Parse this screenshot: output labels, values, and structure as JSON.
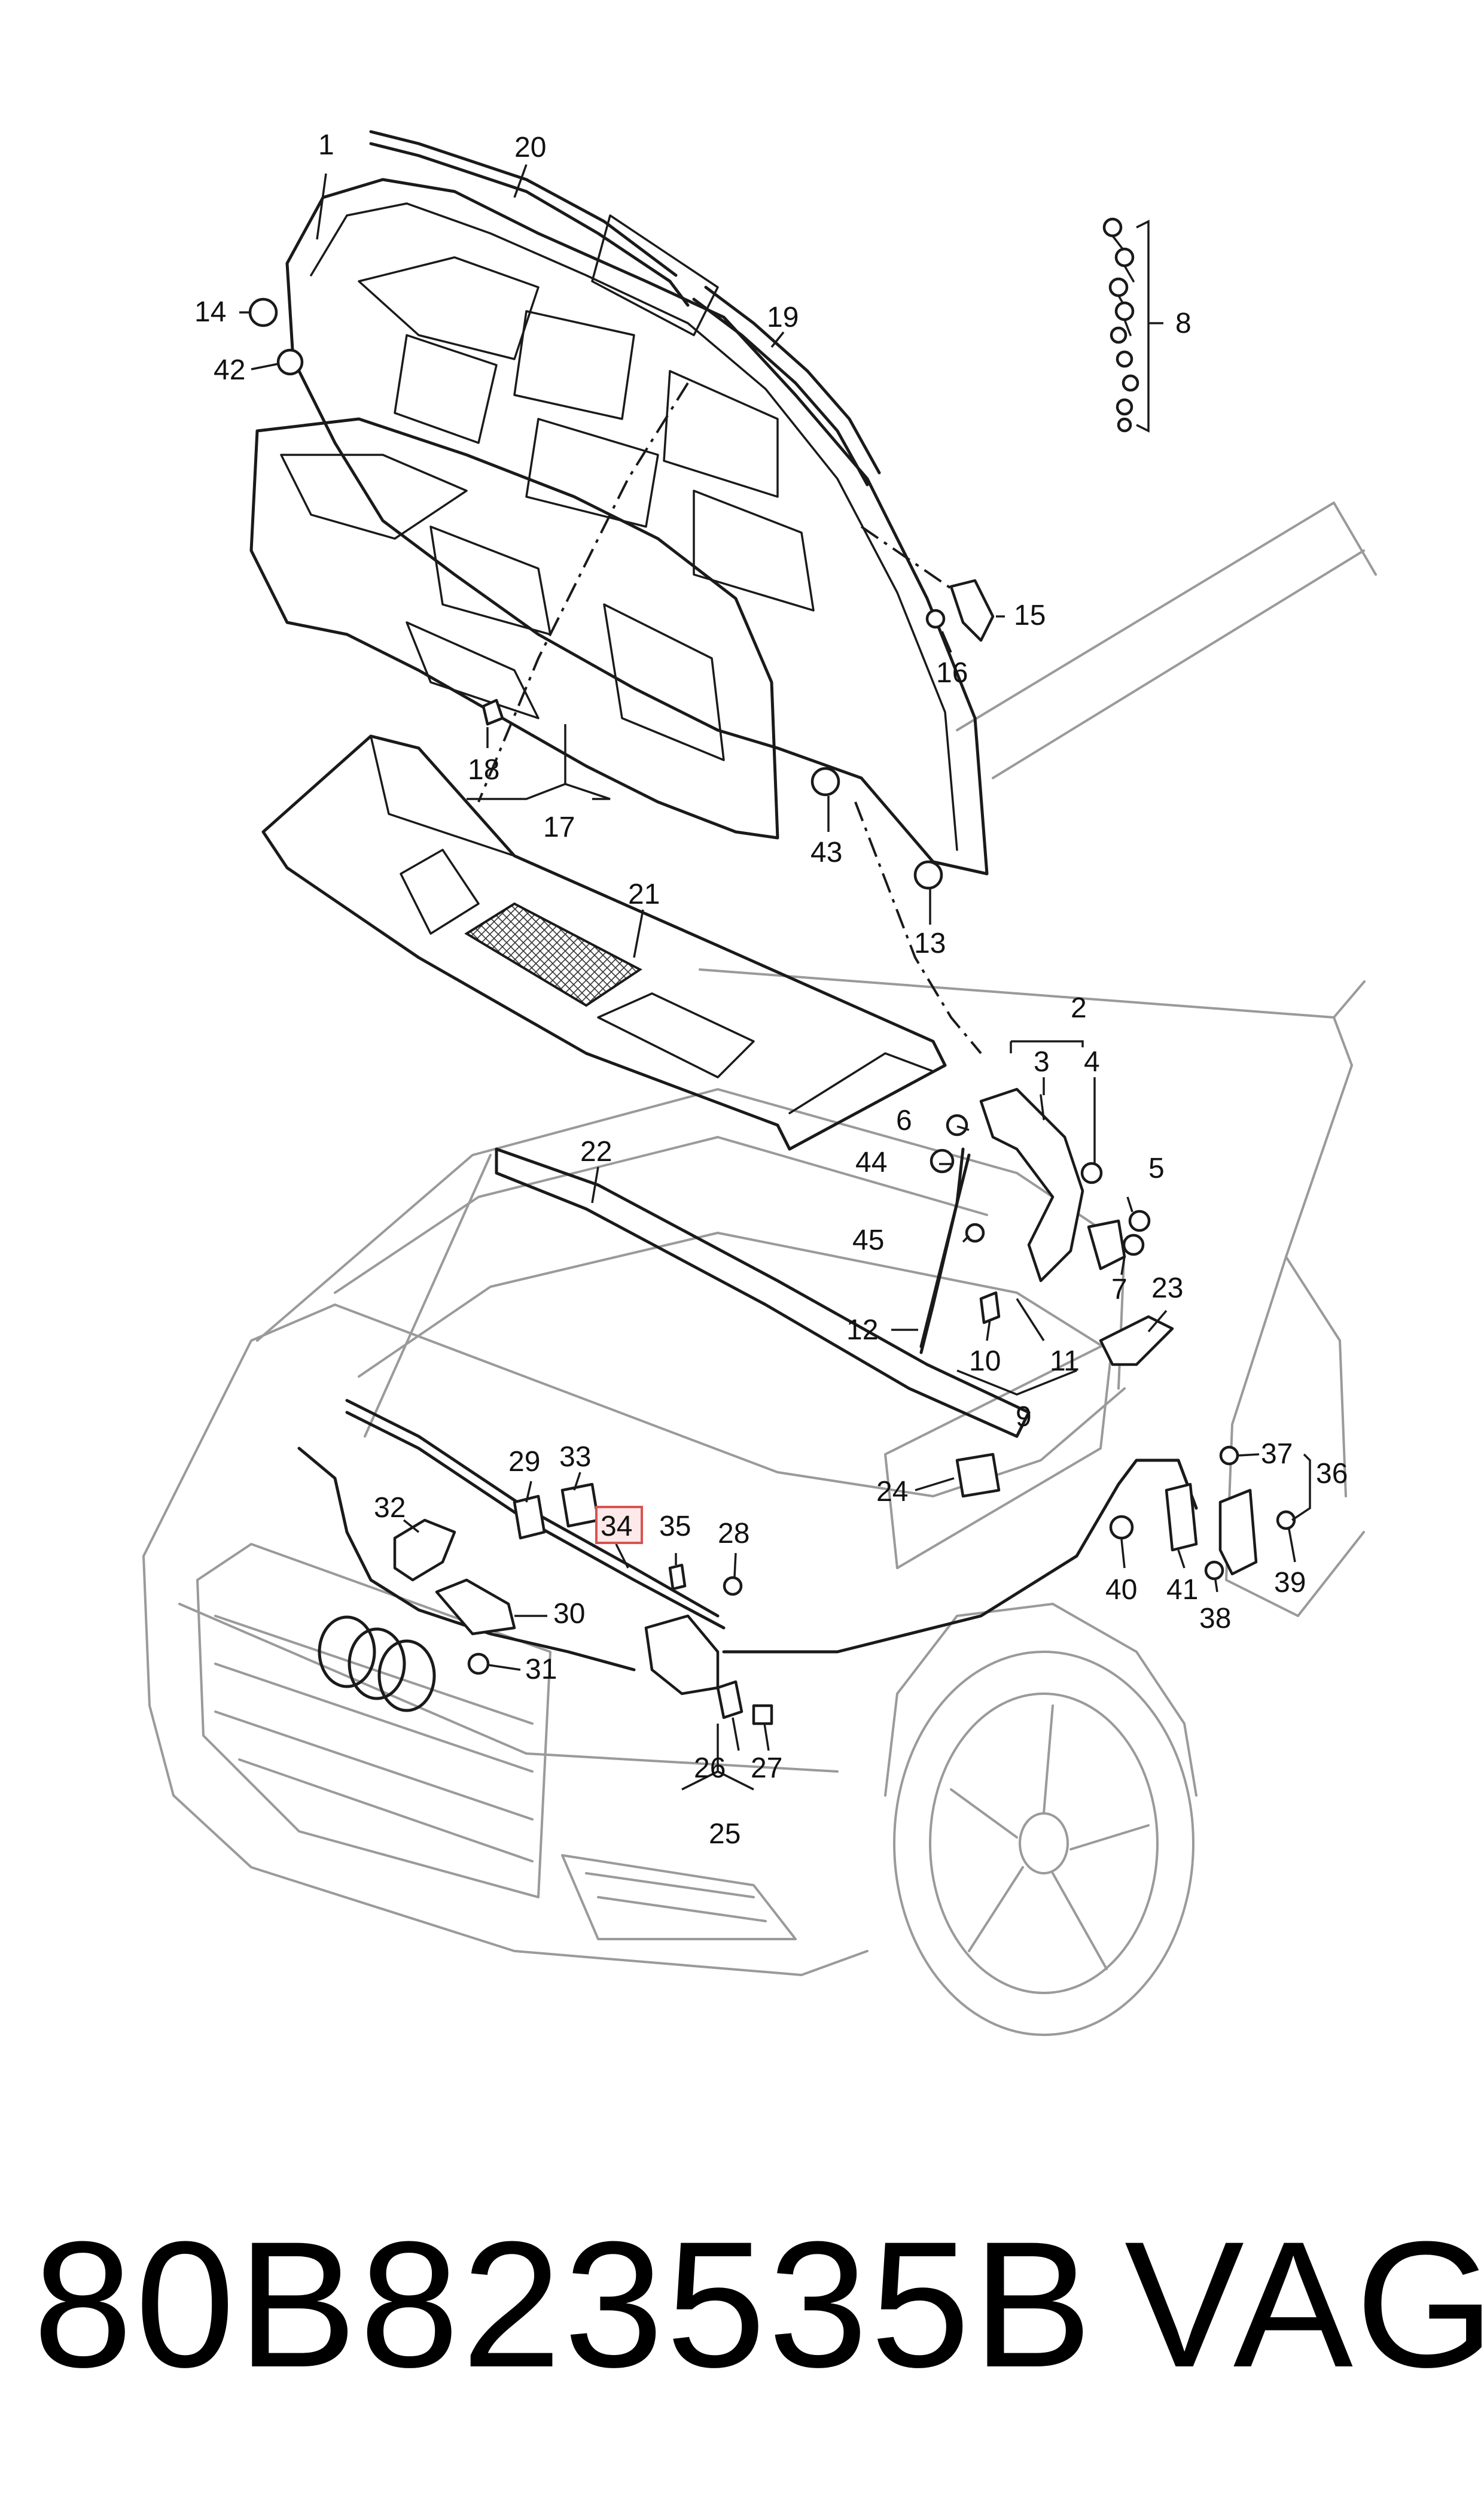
{
  "diagram": {
    "callouts": [
      "1",
      "2",
      "3",
      "4",
      "5",
      "6",
      "7",
      "8",
      "9",
      "10",
      "11",
      "12",
      "13",
      "14",
      "15",
      "16",
      "17",
      "18",
      "19",
      "20",
      "21",
      "22",
      "23",
      "24",
      "25",
      "26",
      "27",
      "28",
      "29",
      "30",
      "31",
      "32",
      "33",
      "34",
      "35",
      "36",
      "37",
      "38",
      "39",
      "40",
      "41",
      "42",
      "43",
      "44",
      "45"
    ],
    "highlighted_callout": "34",
    "highlight_color": "#d9534f"
  },
  "footer": {
    "part_number": "80B823535B",
    "brand": "VAG"
  }
}
